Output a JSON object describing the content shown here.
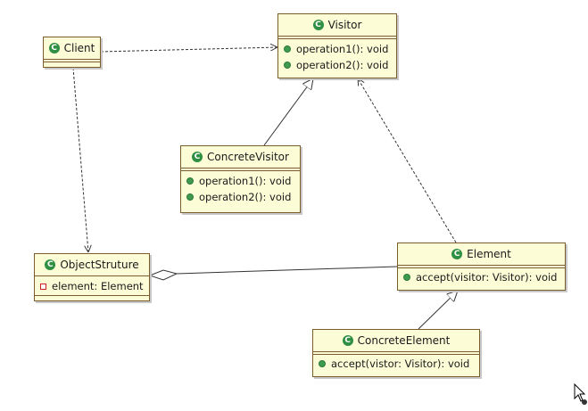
{
  "diagram": {
    "classes": {
      "client": {
        "name": "Client",
        "methods": [],
        "fields": []
      },
      "visitor": {
        "name": "Visitor",
        "methods": [
          "operation1(): void",
          "operation2(): void"
        ]
      },
      "concrete_visitor": {
        "name": "ConcreteVisitor",
        "methods": [
          "operation1(): void",
          "operation2(): void"
        ]
      },
      "object_structure": {
        "name": "ObjectStruture",
        "fields": [
          "element: Element"
        ]
      },
      "element": {
        "name": "Element",
        "methods": [
          "accept(visitor: Visitor): void"
        ]
      },
      "concrete_element": {
        "name": "ConcreteElement",
        "methods": [
          "accept(vistor: Visitor): void"
        ]
      }
    },
    "relationships": [
      {
        "from": "Client",
        "to": "Visitor",
        "type": "dependency"
      },
      {
        "from": "Client",
        "to": "ObjectStruture",
        "type": "dependency"
      },
      {
        "from": "ConcreteVisitor",
        "to": "Visitor",
        "type": "generalization"
      },
      {
        "from": "Element",
        "to": "Visitor",
        "type": "dependency"
      },
      {
        "from": "ObjectStruture",
        "to": "Element",
        "type": "aggregation"
      },
      {
        "from": "ConcreteElement",
        "to": "Element",
        "type": "generalization"
      }
    ],
    "icons": {
      "class": "class-icon",
      "method": "public-method-icon",
      "field": "private-field-icon"
    },
    "colors": {
      "class_fill": "#fcfcd7",
      "class_border": "#7a5c2e",
      "class_icon": "#2f8f43",
      "method_icon": "#3f9a4f",
      "field_icon": "#cc1f1f",
      "edge": "#333333"
    }
  }
}
